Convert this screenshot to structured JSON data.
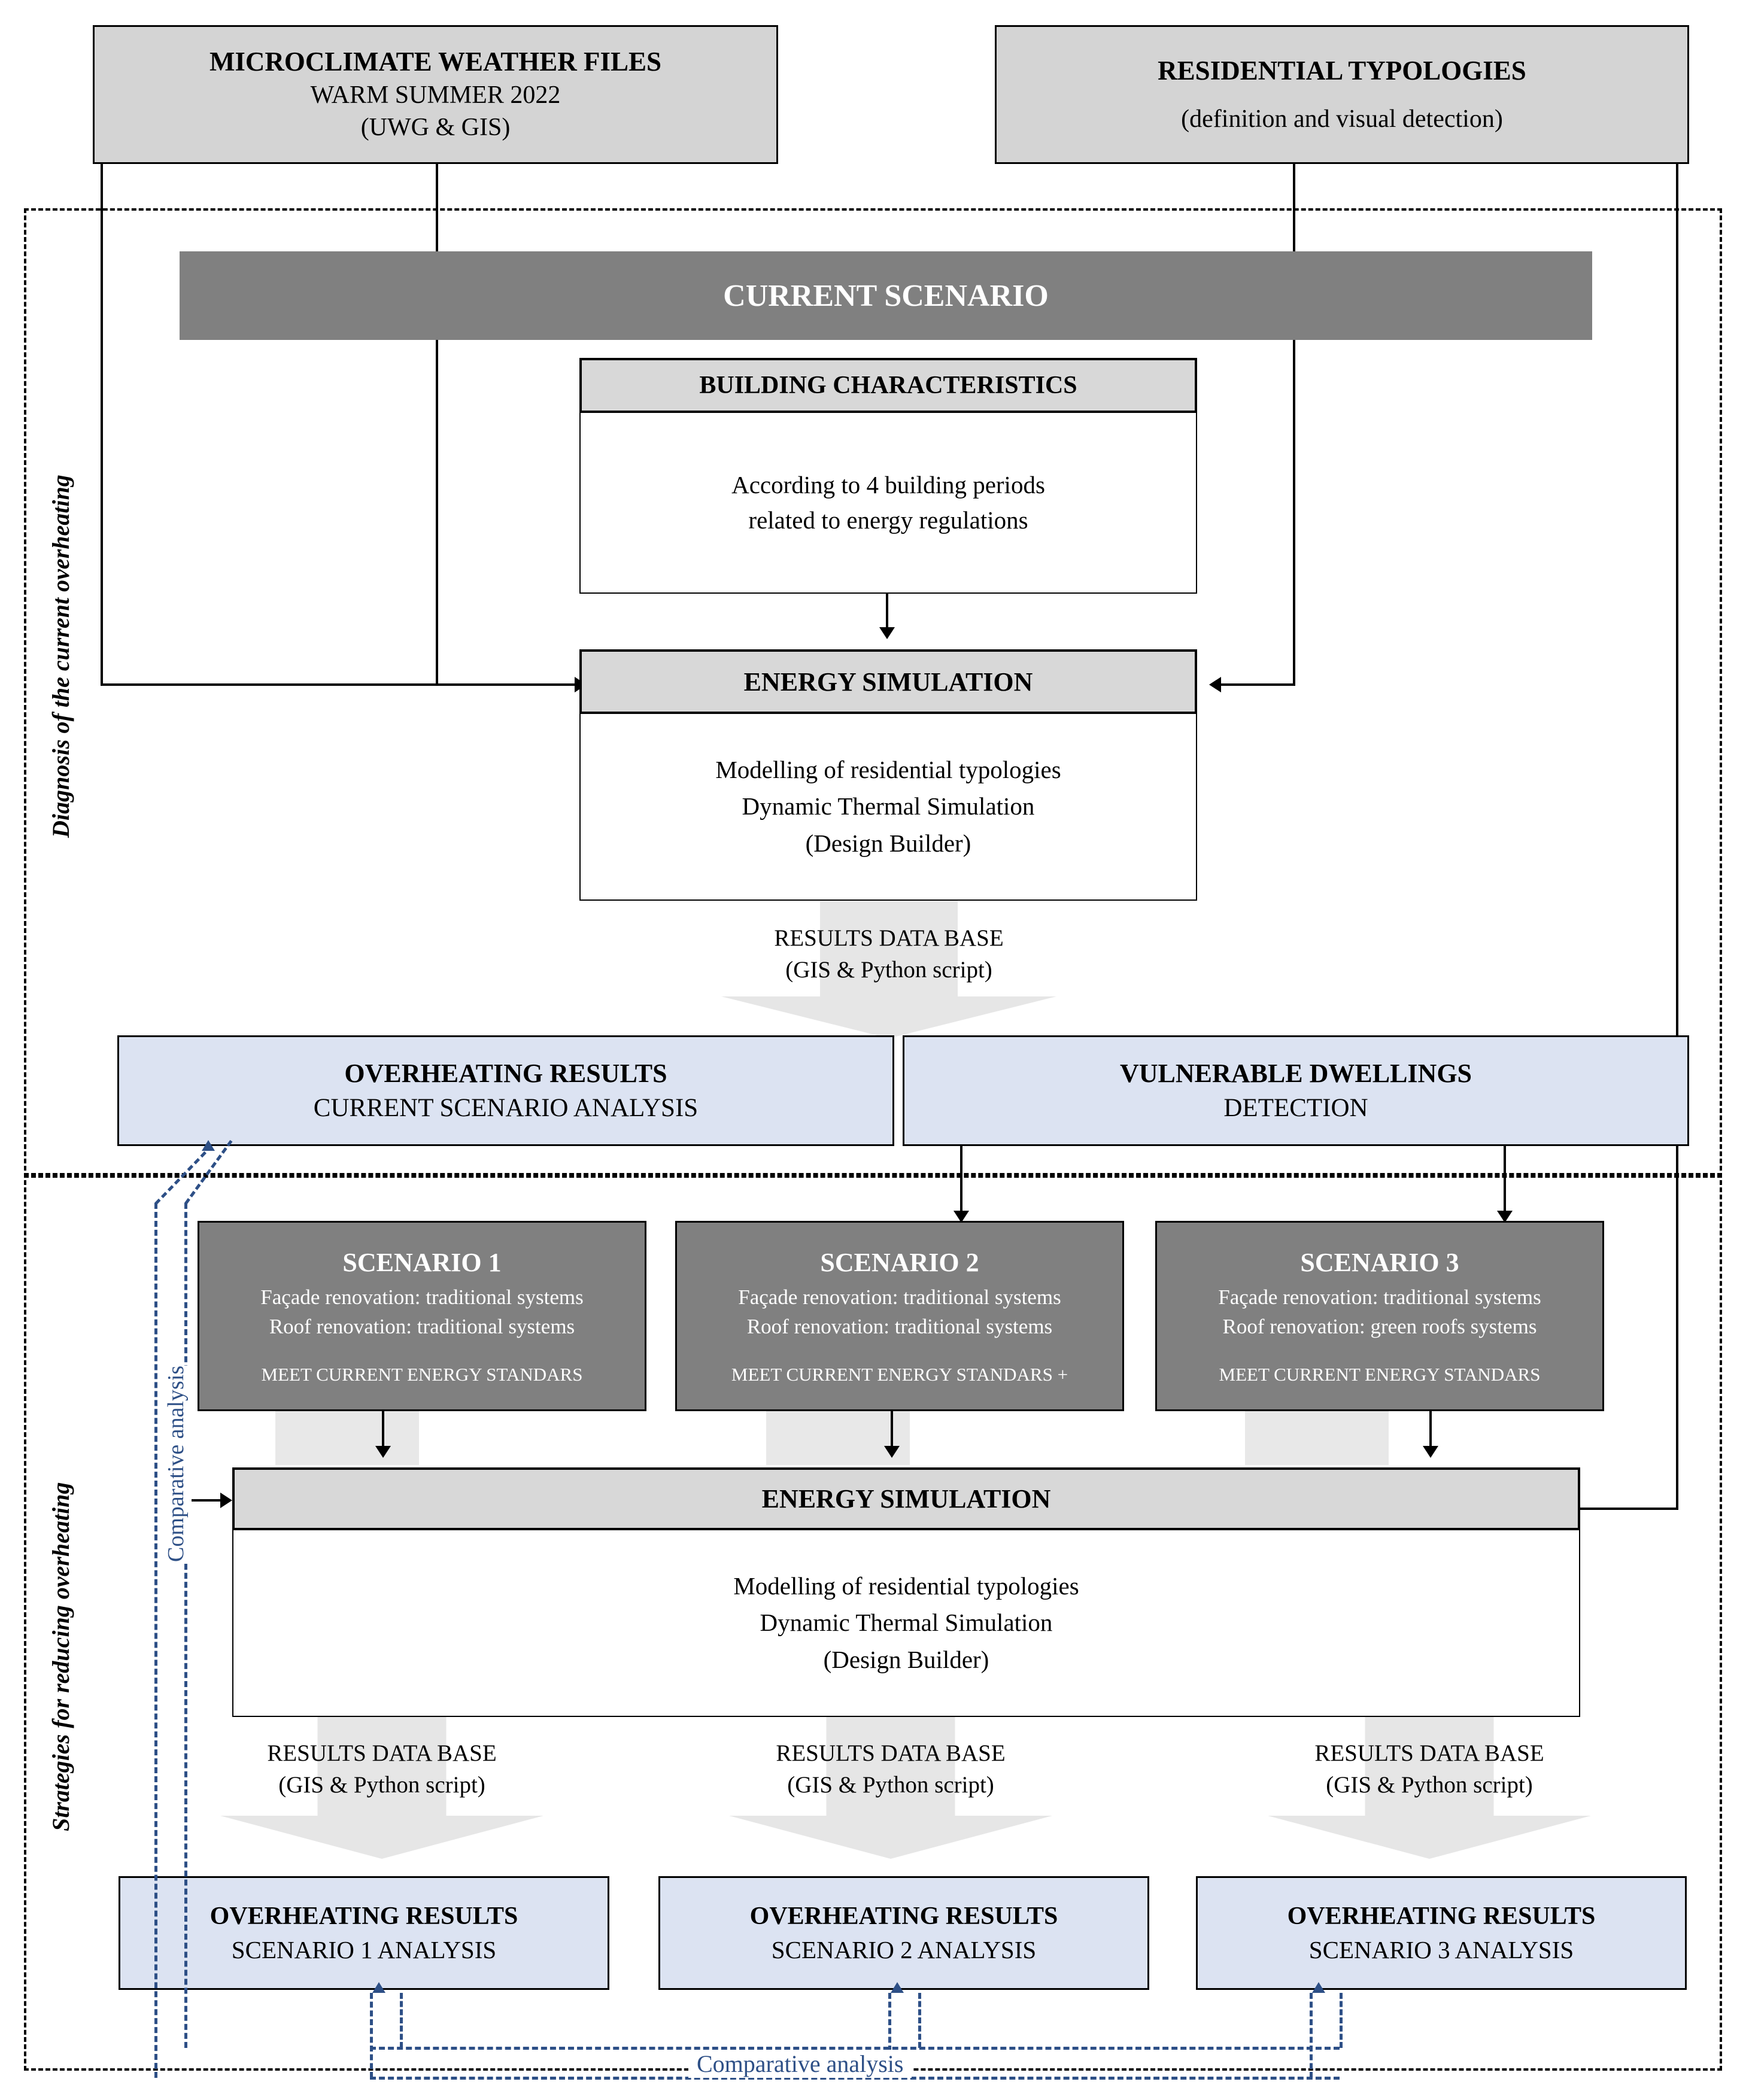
{
  "top_inputs": [
    {
      "title": "MICROCLIMATE WEATHER FILES",
      "line2": "WARM SUMMER 2022",
      "line3": "(UWG & GIS)"
    },
    {
      "title": "RESIDENTIAL TYPOLOGIES",
      "line2": "",
      "line3": "(definition and visual detection)"
    }
  ],
  "sections": {
    "diagnosis_label": "Diagnosis of the current overheating",
    "strategies_label": "Strategies for reducing overheating"
  },
  "current_scenario": {
    "title": "CURRENT SCENARIO"
  },
  "building_characteristics": {
    "header": "BUILDING CHARACTERISTICS",
    "body_line1": "According to 4 building periods",
    "body_line2": "related to energy regulations"
  },
  "energy_simulation_top": {
    "header": "ENERGY SIMULATION",
    "body_line1": "Modelling of residential typologies",
    "body_line2": "Dynamic Thermal Simulation",
    "body_line3": "(Design Builder)"
  },
  "results_db_top": {
    "line1": "RESULTS DATA BASE",
    "line2": "(GIS & Python script)"
  },
  "diagnosis_outputs": [
    {
      "title": "OVERHEATING RESULTS",
      "subtitle": "CURRENT SCENARIO ANALYSIS"
    },
    {
      "title": "VULNERABLE DWELLINGS",
      "subtitle": "DETECTION"
    }
  ],
  "scenarios": [
    {
      "title": "SCENARIO 1",
      "line1": "Façade renovation: traditional systems",
      "line2": "Roof renovation: traditional systems",
      "standard": "MEET CURRENT ENERGY STANDARS"
    },
    {
      "title": "SCENARIO 2",
      "line1": "Façade renovation: traditional systems",
      "line2": "Roof renovation: traditional systems",
      "standard": "MEET CURRENT ENERGY STANDARS +"
    },
    {
      "title": "SCENARIO 3",
      "line1": "Façade renovation: traditional systems",
      "line2": "Roof renovation: green roofs systems",
      "standard": "MEET CURRENT ENERGY STANDARS"
    }
  ],
  "energy_simulation_bottom": {
    "header": "ENERGY SIMULATION",
    "body_line1": "Modelling of residential typologies",
    "body_line2": "Dynamic Thermal Simulation",
    "body_line3": "(Design Builder)"
  },
  "results_db_bottom": [
    {
      "line1": "RESULTS DATA BASE",
      "line2": "(GIS & Python script)"
    },
    {
      "line1": "RESULTS DATA BASE",
      "line2": "(GIS & Python script)"
    },
    {
      "line1": "RESULTS DATA BASE",
      "line2": "(GIS & Python script)"
    }
  ],
  "scenario_outputs": [
    {
      "title": "OVERHEATING RESULTS",
      "subtitle": "SCENARIO 1 ANALYSIS"
    },
    {
      "title": "OVERHEATING RESULTS",
      "subtitle": "SCENARIO 2 ANALYSIS"
    },
    {
      "title": "OVERHEATING RESULTS",
      "subtitle": "SCENARIO 3 ANALYSIS"
    }
  ],
  "comparative": {
    "vertical_label": "Comparative analysis",
    "bottom_label": "Comparative analysis"
  },
  "colors": {
    "gray_fill": "#d4d4d4",
    "dark_fill": "#808080",
    "blue_fill": "#dce3f2",
    "accent_blue": "#2d4f86",
    "soft_arrow": "#e6e6e6"
  }
}
